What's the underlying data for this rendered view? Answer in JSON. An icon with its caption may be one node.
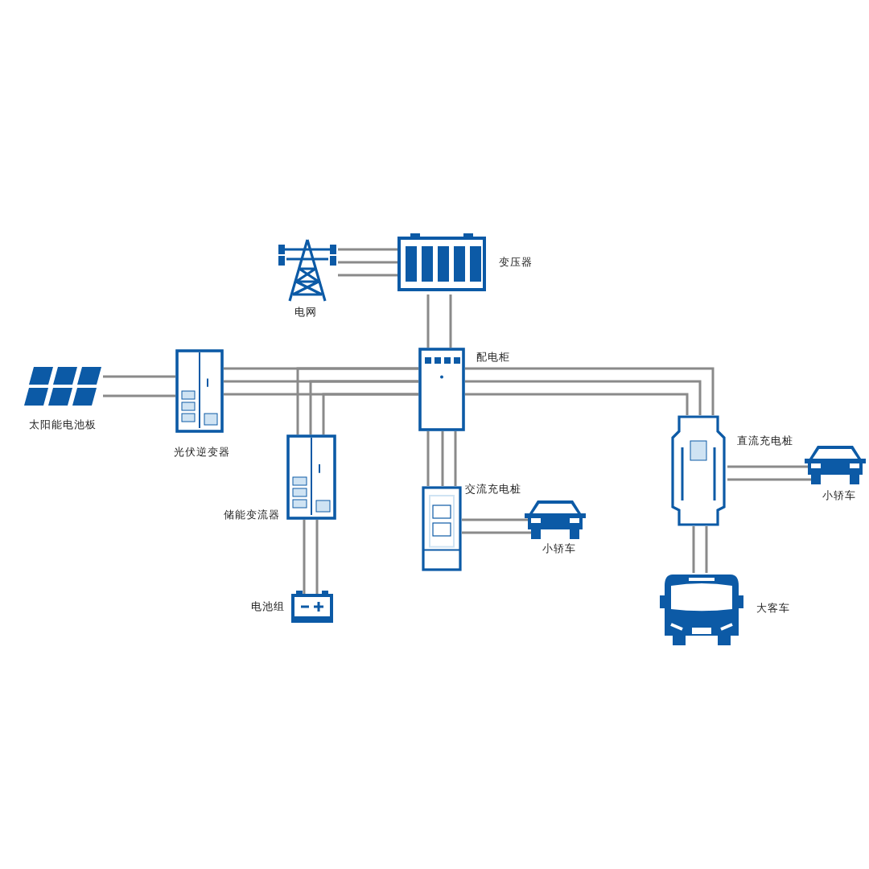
{
  "diagram": {
    "nodes": [
      {
        "text": [],
        "shape": "picture",
        "beside": [
          "电网"
        ]
      },
      {
        "text": [],
        "shape": "picture",
        "beside": [
          "变压器"
        ]
      },
      {
        "text": [],
        "shape": "picture",
        "beside": [
          "太阳能电池板"
        ]
      },
      {
        "text": [],
        "shape": "picture",
        "beside": [
          "光伏逆变器"
        ]
      },
      {
        "text": [],
        "shape": "picture",
        "beside": [
          "配电柜"
        ]
      },
      {
        "text": [],
        "shape": "picture",
        "beside": [
          "储能变流器"
        ]
      },
      {
        "text": [],
        "shape": "picture",
        "beside": [
          "电池组"
        ]
      },
      {
        "text": [],
        "shape": "picture",
        "beside": [
          "交流充电桩"
        ]
      },
      {
        "text": [],
        "shape": "picture",
        "beside": [
          "小轿车"
        ]
      },
      {
        "text": [],
        "shape": "picture",
        "beside": [
          "直流充电桩"
        ]
      },
      {
        "text": [],
        "shape": "picture",
        "beside": [
          "小轿车"
        ]
      },
      {
        "text": [],
        "shape": "picture",
        "beside": [
          "大客车"
        ]
      }
    ],
    "edges": [
      {
        "from": 0,
        "to": 1,
        "arrow": "none"
      },
      {
        "from": 1,
        "to": 4,
        "arrow": "none"
      },
      {
        "from": 2,
        "to": 3,
        "arrow": "none"
      },
      {
        "from": 3,
        "to": 4,
        "arrow": "none"
      },
      {
        "from": 5,
        "to": 4,
        "arrow": "none"
      },
      {
        "from": 5,
        "to": 6,
        "arrow": "none"
      },
      {
        "from": 4,
        "to": 7,
        "arrow": "none"
      },
      {
        "from": 4,
        "to": 9,
        "arrow": "none"
      },
      {
        "from": 7,
        "to": 8,
        "arrow": "none"
      },
      {
        "from": 9,
        "to": 10,
        "arrow": "none"
      },
      {
        "from": 9,
        "to": 11,
        "arrow": "none"
      }
    ]
  }
}
